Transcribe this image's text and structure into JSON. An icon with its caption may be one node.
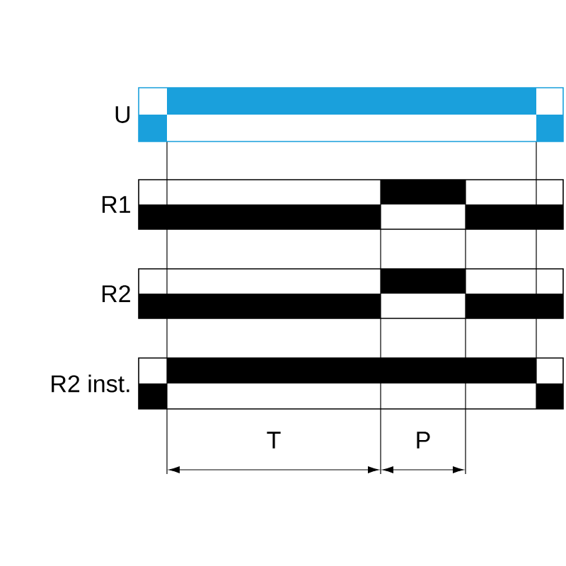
{
  "diagram": {
    "labels": [
      "U",
      "R1",
      "R2",
      "R2 inst.",
      "T",
      "P"
    ]
  }
}
